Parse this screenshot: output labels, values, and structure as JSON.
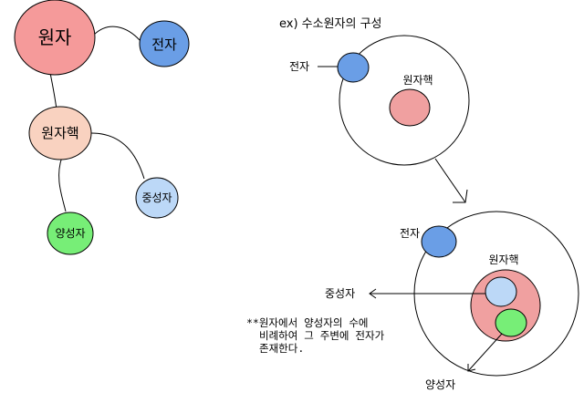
{
  "left_tree": {
    "atom": "원자",
    "electron": "전자",
    "nucleus": "원자핵",
    "neutron": "중성자",
    "proton": "양성자"
  },
  "example": {
    "title": "ex) 수소원자의 구성",
    "top": {
      "electron": "전자",
      "nucleus": "원자핵"
    },
    "bottom": {
      "electron": "전자",
      "nucleus": "원자핵",
      "neutron": "중성자",
      "proton": "양성자"
    },
    "note": [
      "**원자에서 양성자의 수에",
      "비례하여 그 주변에 전자가",
      "존재한다."
    ]
  },
  "colors": {
    "atom": "#f59a9a",
    "electron": "#6a9ee6",
    "nucleus_tree": "#f9d2c0",
    "neutron": "#bcd8f7",
    "proton": "#77ee77",
    "nucleus_fill": "#f0a0a0"
  }
}
